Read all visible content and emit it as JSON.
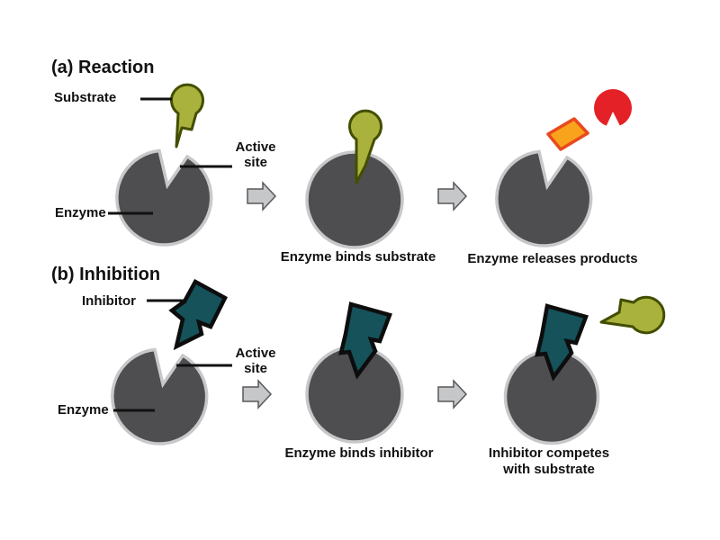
{
  "titles": {
    "a": "(a) Reaction",
    "b": "(b) Inhibition"
  },
  "labels": {
    "substrate": "Substrate",
    "active_site": "Active\nsite",
    "enzyme": "Enzyme",
    "inhibitor": "Inhibitor"
  },
  "captions": {
    "binds_substrate": "Enzyme binds substrate",
    "releases_products": "Enzyme releases products",
    "binds_inhibitor": "Enzyme binds inhibitor",
    "competes": "Inhibitor competes\nwith substrate"
  },
  "colors": {
    "background": "#ffffff",
    "text": "#111111",
    "line": "#111111",
    "enzyme_fill": "#4e4d4f",
    "enzyme_rim": "#c7c8ca",
    "substrate_fill": "#a9b23c",
    "substrate_outline": "#434e02",
    "inhibitor_fill": "#15525a",
    "inhibitor_outline": "#0d0d0d",
    "diamond_fill": "#f9a31c",
    "diamond_outline": "#e8491d",
    "product_fill": "#e32126",
    "arrow_fill": "#c6c7c8",
    "arrow_outline": "#58595b"
  }
}
